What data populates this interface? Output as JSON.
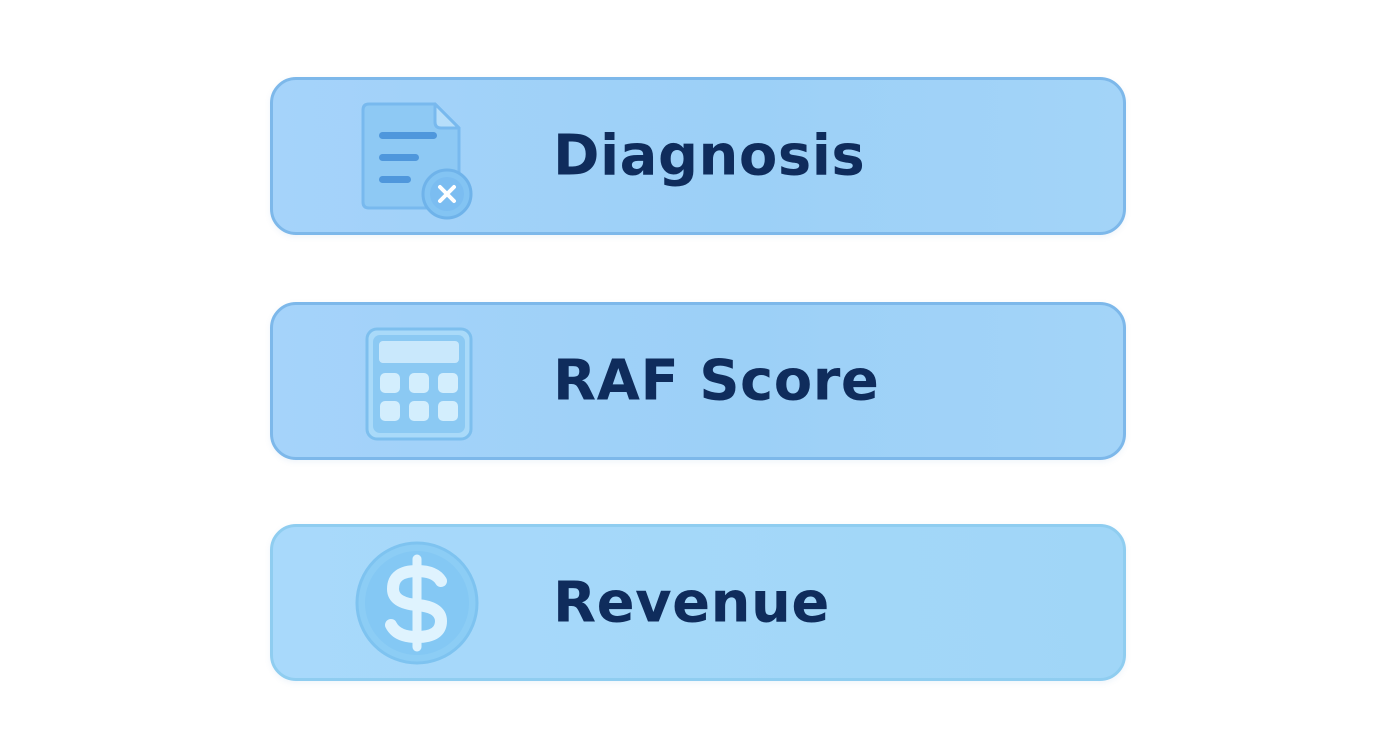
{
  "cards": [
    {
      "label": "Diagnosis",
      "icon": "document-x-icon"
    },
    {
      "label": "RAF Score",
      "icon": "calculator-icon"
    },
    {
      "label": "Revenue",
      "icon": "dollar-coin-icon"
    }
  ],
  "colors": {
    "card_fill": "#a5d3fa",
    "card_border": "#7db8ea",
    "label_text": "#0f2c5c",
    "icon_fill": "#7fc0f2",
    "icon_light": "#c9e8fc"
  }
}
